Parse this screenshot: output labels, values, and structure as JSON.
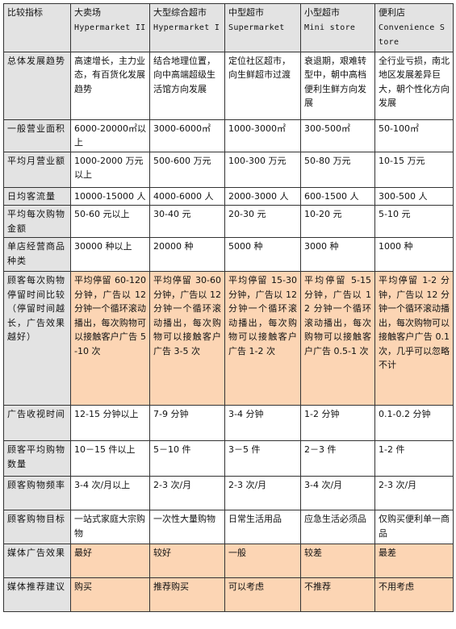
{
  "header": {
    "label": "比较指标",
    "columns": [
      {
        "zh": "大卖场",
        "en": "Hypermarket II"
      },
      {
        "zh": "大型综合超市",
        "en": "Hypermarket I"
      },
      {
        "zh": "中型超市",
        "en": "Supermarket"
      },
      {
        "zh": "小型超市",
        "en": "Mini store"
      },
      {
        "zh": "便利店",
        "en": "Convenience Store"
      }
    ]
  },
  "rows": [
    {
      "label": "总体发展趋势",
      "cells": [
        "高速增长，主力业态，有百货化发展趋势",
        "结合地理位置，向中高端超级生活馆方向发展",
        "定位社区超市，向生鲜超市过渡",
        "衰退期，艰难转型中，朝中高档便利生鲜方向发展",
        "全行业亏损，南北地区发展差异巨大，朝个性化方向发展"
      ]
    },
    {
      "label": "一般营业面积",
      "cells": [
        "6000-20000㎡以上",
        "3000-6000㎡",
        "1000-3000㎡",
        "300-500㎡",
        "50-100㎡"
      ]
    },
    {
      "label": "平均月营业额",
      "cells": [
        "1000-2000 万元以上",
        "500-600 万元",
        "100-300 万元",
        "50-80 万元",
        "10-15 万元"
      ]
    },
    {
      "label": "日均客流量",
      "cells": [
        "10000-15000 人",
        "4000-6000 人",
        "2000-3000 人",
        "600-1500 人",
        "300-500 人"
      ]
    },
    {
      "label": "平均每次购物金额",
      "cells": [
        "50-60 元以上",
        "30-40 元",
        "20-30 元",
        "10-20 元",
        "5-10 元"
      ]
    },
    {
      "label": "单店经营商品种类",
      "cells": [
        "30000 种以上",
        "20000 种",
        "5000 种",
        "3000 种",
        "1000 种"
      ]
    },
    {
      "label": "顾客每次购物停留时间比较（停留时间越长，广告效果越好）",
      "cells": [
        "平均停留 60-120 分钟，广告以 12 分钟一个循环滚动播出，每次购物可以接触客户广告 5-10 次",
        "平均停留 30-60 分钟，广告以 12 分钟一个循环滚动播出，每次购物可以接触客户广告 3-5 次",
        "平均停留 15-30 分钟，广告以 12 分钟一个循环滚动播出，每次购物可以接触客户广告 1-2 次",
        "平均停留 5-15 分钟，广告以 12 分钟一个循环滚动播出，每次购物可以接触客户广告 0.5-1 次",
        "平均停留 1-2 分钟，广告以 12 分钟一个循环滚动播出，每次购物可以接触客户广告 0.1 次，几乎可以忽略不计"
      ]
    },
    {
      "label": "广告收视时间",
      "cells": [
        "12-15 分钟以上",
        "7-9 分钟",
        "3-4 分钟",
        "1-2 分钟",
        "0.1-0.2 分钟"
      ]
    },
    {
      "label": "顾客平均购物数量",
      "cells": [
        "10－15 件以上",
        "5－10 件",
        "3－5 件",
        "2－3 件",
        "1-2 件"
      ]
    },
    {
      "label": "顾客购物频率",
      "cells": [
        "3-4 次/月以上",
        "2-3 次/月",
        "2-3 次/月",
        "3-4 次/月",
        "2-3 次/月"
      ]
    },
    {
      "label": "顾客购物目标",
      "cells": [
        "一站式家庭大宗购物",
        "一次性大量购物",
        "日常生活用品",
        "应急生活必须品",
        "仅购买便利单一商品"
      ]
    },
    {
      "label": "媒体广告效果",
      "cells": [
        "最好",
        "较好",
        "一般",
        "较差",
        "最差"
      ]
    },
    {
      "label": "媒体推荐建议",
      "cells": [
        "购买",
        "推荐购买",
        "可以考虑",
        "不推荐",
        "不用考虑"
      ]
    }
  ]
}
